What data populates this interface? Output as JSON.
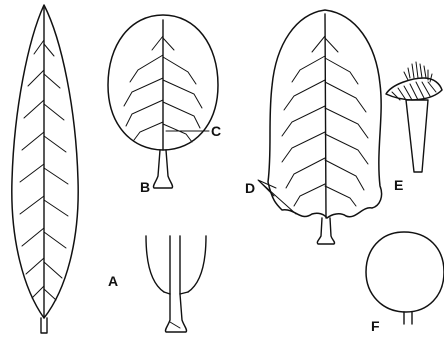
{
  "figure": {
    "labels": {
      "a": "A",
      "b": "B",
      "c": "C",
      "d": "D",
      "e": "E",
      "f": "F"
    }
  }
}
